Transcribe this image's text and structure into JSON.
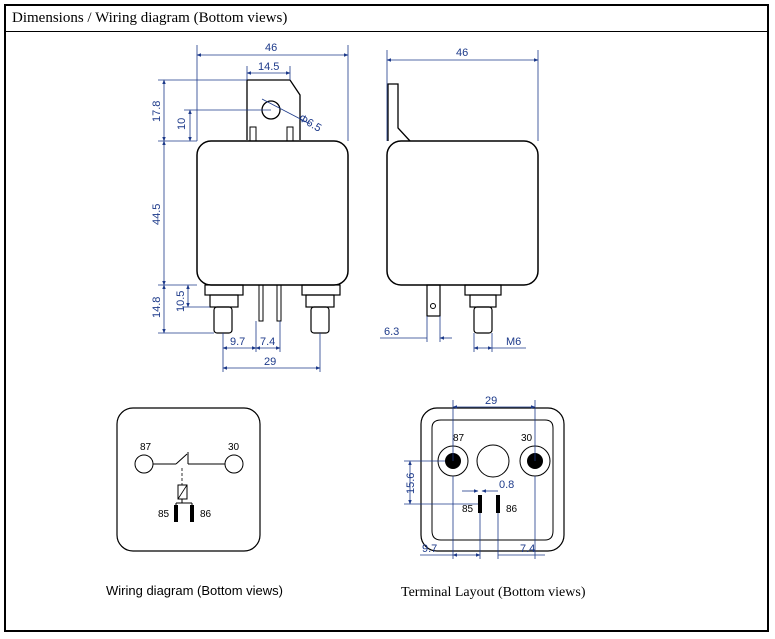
{
  "header": {
    "title": "Dimensions / Wiring diagram (Bottom views)"
  },
  "front_view": {
    "width": "46",
    "tab_width": "14.5",
    "tab_height": "17.8",
    "hole_offset": "10",
    "hole_dia": "Φ6.5",
    "body_height": "44.5",
    "terminal_height": "14.8",
    "stud_height": "10.5",
    "pitch_a": "9.7",
    "pitch_b": "7.4",
    "pitch_total": "29"
  },
  "side_view": {
    "width": "46",
    "terminal_width": "6.3",
    "thread": "M6"
  },
  "wiring": {
    "caption": "Wiring diagram (Bottom views)",
    "t87": "87",
    "t30": "30",
    "t85": "85",
    "t86": "86"
  },
  "terminal_layout": {
    "caption": "Terminal Layout (Bottom views)",
    "pitch_total": "29",
    "height": "15.6",
    "gap": "0.8",
    "pitch_a": "9.7",
    "pitch_b": "7.4",
    "t87": "87",
    "t30": "30",
    "t85": "85",
    "t86": "86"
  }
}
